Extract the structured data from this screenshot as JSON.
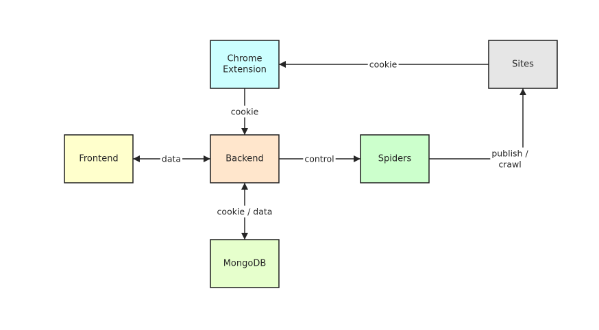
{
  "nodes": {
    "chrome_extension": {
      "lines": [
        "Chrome",
        "Extension"
      ],
      "fill": "#ccffff"
    },
    "sites": {
      "lines": [
        "Sites"
      ],
      "fill": "#e6e6e6"
    },
    "frontend": {
      "lines": [
        "Frontend"
      ],
      "fill": "#ffffcc"
    },
    "backend": {
      "lines": [
        "Backend"
      ],
      "fill": "#ffe6cc"
    },
    "spiders": {
      "lines": [
        "Spiders"
      ],
      "fill": "#ccffcc"
    },
    "mongodb": {
      "lines": [
        "MongoDB"
      ],
      "fill": "#e6ffcc"
    }
  },
  "edges": {
    "sites_to_chrome": {
      "lines": [
        "cookie"
      ]
    },
    "chrome_to_backend": {
      "lines": [
        "cookie"
      ]
    },
    "frontend_backend": {
      "lines": [
        "data"
      ]
    },
    "backend_to_spiders": {
      "lines": [
        "control"
      ]
    },
    "backend_mongodb": {
      "lines": [
        "cookie / data"
      ]
    },
    "spiders_to_sites": {
      "lines": [
        "publish /",
        "crawl"
      ]
    }
  },
  "colors": {
    "stroke": "#1f1f1f",
    "line": "#262626",
    "text": "#262626"
  }
}
